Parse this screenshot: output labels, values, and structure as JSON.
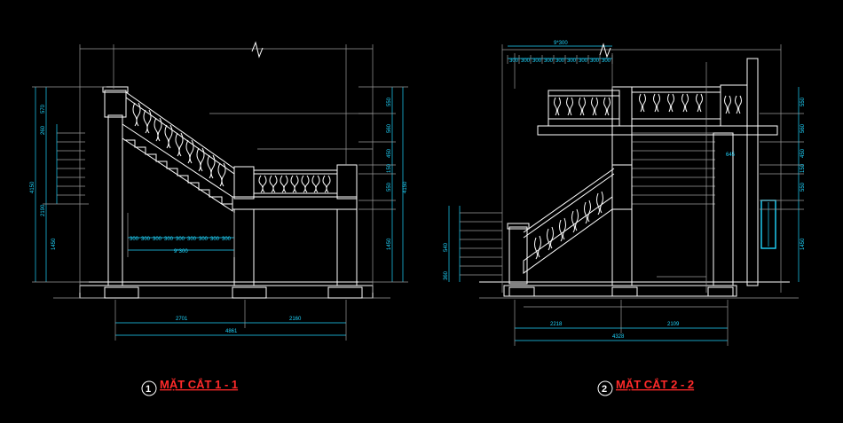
{
  "sections": [
    {
      "number": "1",
      "title": "MẶT CẮT 1 - 1",
      "bottom_dims": [
        "2701",
        "2160"
      ],
      "bottom_total": "4861",
      "riser_dims": [
        "300",
        "300",
        "300",
        "300",
        "300",
        "300",
        "300",
        "300",
        "300"
      ],
      "riser_total": "9*300",
      "left_total": "4150",
      "left_dims": [
        "570",
        "260",
        "2190",
        "1450"
      ],
      "right_dims": [
        "550",
        "560",
        "450",
        "150",
        "550",
        "1450"
      ],
      "right_total": "4150"
    },
    {
      "number": "2",
      "title": "MẶT CẮT 2 - 2",
      "bottom_dims": [
        "2218",
        "2109"
      ],
      "bottom_total": "4328",
      "top_total": "9*300",
      "top_dims": [
        "300",
        "300",
        "300",
        "300",
        "300",
        "300",
        "300",
        "300",
        "300"
      ],
      "left_dims": [
        "540",
        "360"
      ],
      "right_dims": [
        "550",
        "560",
        "450",
        "150",
        "550",
        "1450"
      ],
      "right_small": "645"
    }
  ],
  "colors": {
    "background": "#000000",
    "lines": "#ffffff",
    "dimensions": "#1fd6ff",
    "titles": "#ff2a2a"
  }
}
